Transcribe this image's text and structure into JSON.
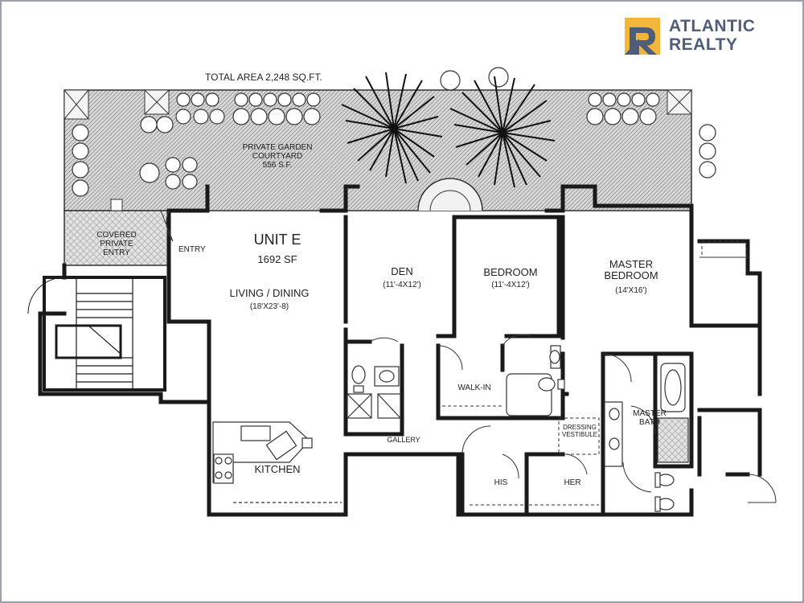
{
  "brand": {
    "line1": "ATLANTIC",
    "line2": "REALTY",
    "mark_colors": {
      "yellow": "#f2b73a",
      "blue": "#4f5e78"
    }
  },
  "total_area": "TOTAL AREA 2,248  SQ.FT.",
  "unit": {
    "name": "UNIT E",
    "size": "1692 SF"
  },
  "rooms": {
    "garden_line1": "PRIVATE GARDEN",
    "garden_line2": "COURTYARD",
    "garden_area": "556 S.F.",
    "covered_line1": "COVERED",
    "covered_line2": "PRIVATE",
    "covered_line3": "ENTRY",
    "entry": "ENTRY",
    "living": "LIVING / DINING",
    "living_dim": "(18'X23'-8)",
    "den": "DEN",
    "den_dim": "(11'-4X12')",
    "bedroom": "BEDROOM",
    "bedroom_dim": "(11'-4X12')",
    "master_line1": "MASTER",
    "master_line2": "BEDROOM",
    "master_dim": "(14'X16')",
    "walkin": "WALK-IN",
    "gallery": "GALLERY",
    "kitchen": "KITCHEN",
    "dressing_line1": "DRESSING",
    "dressing_line2": "VESTIBULE",
    "master_bath_line1": "MASTER",
    "master_bath_line2": "BATH",
    "his": "HIS",
    "her": "HER"
  },
  "colors": {
    "wall": "#1a1a1a",
    "paving": "#c9c9c9",
    "border": "#9aa0ab"
  }
}
